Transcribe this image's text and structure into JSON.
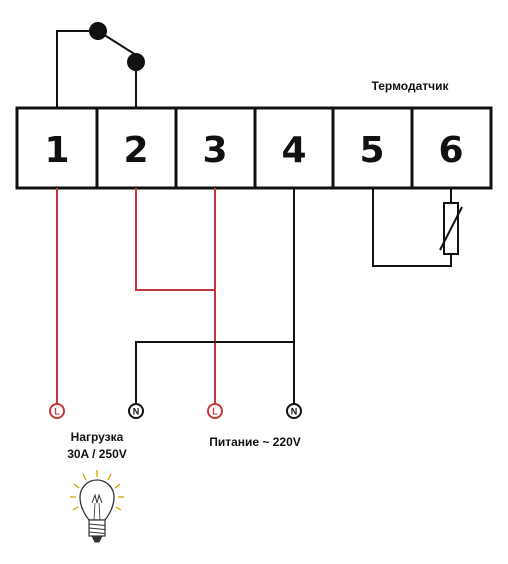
{
  "terminals": [
    "1",
    "2",
    "3",
    "4",
    "5",
    "6"
  ],
  "sensor_label": "Термодатчик",
  "load_label_line1": "Нагрузка",
  "load_label_line2": "30A / 250V",
  "power_label": "Питание ~ 220V",
  "endpoints": {
    "load_L": "L",
    "load_N": "N",
    "power_L": "L",
    "power_N": "N"
  },
  "colors": {
    "red_wire": "#c0393b",
    "black_wire": "#111111",
    "lamp": "#333333",
    "lamp_rays": "#e0a100"
  },
  "icons": [
    "relay-contact-icon",
    "thermistor-icon",
    "lamp-icon"
  ]
}
